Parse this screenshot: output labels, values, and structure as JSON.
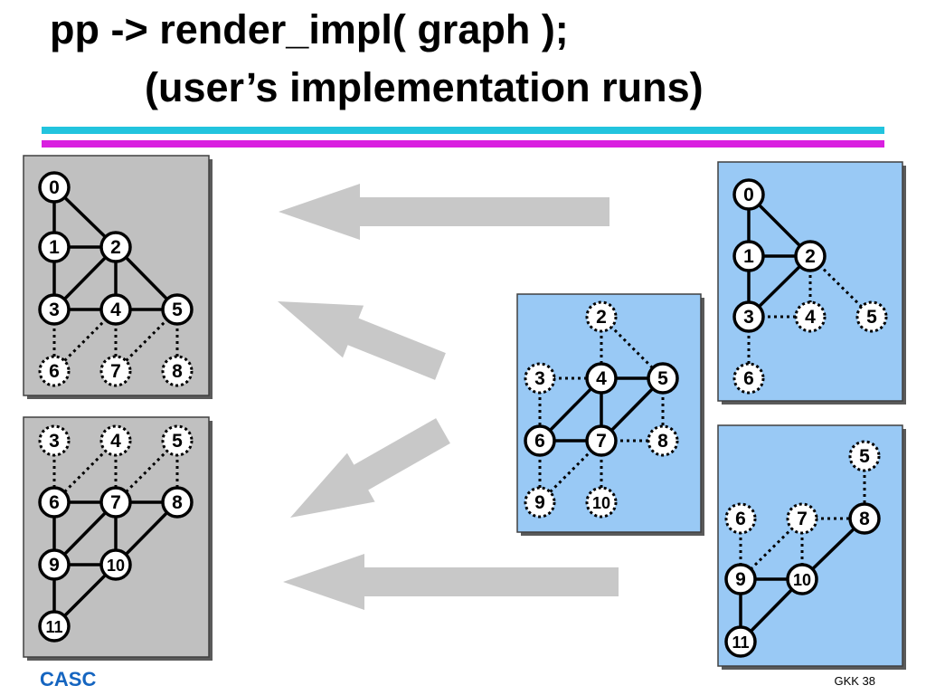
{
  "title": {
    "line1": "pp -> render_impl( graph );",
    "line2": "(user’s implementation runs)"
  },
  "footer": {
    "logo": "CASC",
    "page": "GKK 38"
  },
  "colors": {
    "gray_panel": "#c0c0c0",
    "blue_panel": "#99c9f5",
    "arrow": "#c8c8c8",
    "rule_cyan": "#22c4de",
    "rule_magenta": "#d91fe0",
    "logo": "#1565c0"
  },
  "panels": [
    {
      "id": "gray-top",
      "fill": "gray",
      "nodes": [
        {
          "label": "0",
          "dashed": false
        },
        {
          "label": "1",
          "dashed": false
        },
        {
          "label": "2",
          "dashed": false
        },
        {
          "label": "3",
          "dashed": false
        },
        {
          "label": "4",
          "dashed": false
        },
        {
          "label": "5",
          "dashed": false
        },
        {
          "label": "6",
          "dashed": true
        },
        {
          "label": "7",
          "dashed": true
        },
        {
          "label": "8",
          "dashed": true
        }
      ],
      "edges": [
        {
          "from": "0",
          "to": "1",
          "dashed": false
        },
        {
          "from": "0",
          "to": "2",
          "dashed": false
        },
        {
          "from": "1",
          "to": "2",
          "dashed": false
        },
        {
          "from": "1",
          "to": "3",
          "dashed": false
        },
        {
          "from": "2",
          "to": "3",
          "dashed": false
        },
        {
          "from": "2",
          "to": "4",
          "dashed": false
        },
        {
          "from": "2",
          "to": "5",
          "dashed": false
        },
        {
          "from": "3",
          "to": "4",
          "dashed": false
        },
        {
          "from": "4",
          "to": "5",
          "dashed": false
        },
        {
          "from": "3",
          "to": "6",
          "dashed": true
        },
        {
          "from": "4",
          "to": "6",
          "dashed": true
        },
        {
          "from": "4",
          "to": "7",
          "dashed": true
        },
        {
          "from": "5",
          "to": "7",
          "dashed": true
        },
        {
          "from": "5",
          "to": "8",
          "dashed": true
        }
      ]
    },
    {
      "id": "gray-bottom",
      "fill": "gray",
      "nodes": [
        {
          "label": "3",
          "dashed": true
        },
        {
          "label": "4",
          "dashed": true
        },
        {
          "label": "5",
          "dashed": true
        },
        {
          "label": "6",
          "dashed": false
        },
        {
          "label": "7",
          "dashed": false
        },
        {
          "label": "8",
          "dashed": false
        },
        {
          "label": "9",
          "dashed": false
        },
        {
          "label": "10",
          "dashed": false
        },
        {
          "label": "11",
          "dashed": false
        }
      ],
      "edges": [
        {
          "from": "3",
          "to": "6",
          "dashed": true
        },
        {
          "from": "4",
          "to": "6",
          "dashed": true
        },
        {
          "from": "4",
          "to": "7",
          "dashed": true
        },
        {
          "from": "5",
          "to": "7",
          "dashed": true
        },
        {
          "from": "5",
          "to": "8",
          "dashed": true
        },
        {
          "from": "6",
          "to": "7",
          "dashed": false
        },
        {
          "from": "7",
          "to": "8",
          "dashed": false
        },
        {
          "from": "6",
          "to": "9",
          "dashed": false
        },
        {
          "from": "7",
          "to": "9",
          "dashed": false
        },
        {
          "from": "7",
          "to": "10",
          "dashed": false
        },
        {
          "from": "8",
          "to": "10",
          "dashed": false
        },
        {
          "from": "9",
          "to": "10",
          "dashed": false
        },
        {
          "from": "9",
          "to": "11",
          "dashed": false
        },
        {
          "from": "10",
          "to": "11",
          "dashed": false
        }
      ]
    },
    {
      "id": "blue-middle",
      "fill": "blue",
      "nodes": [
        {
          "label": "2",
          "dashed": true
        },
        {
          "label": "3",
          "dashed": true
        },
        {
          "label": "4",
          "dashed": false
        },
        {
          "label": "5",
          "dashed": false
        },
        {
          "label": "6",
          "dashed": false
        },
        {
          "label": "7",
          "dashed": false
        },
        {
          "label": "8",
          "dashed": true
        },
        {
          "label": "9",
          "dashed": true
        },
        {
          "label": "10",
          "dashed": true
        }
      ],
      "edges": [
        {
          "from": "2",
          "to": "4",
          "dashed": true
        },
        {
          "from": "2",
          "to": "5",
          "dashed": true
        },
        {
          "from": "3",
          "to": "4",
          "dashed": true
        },
        {
          "from": "3",
          "to": "6",
          "dashed": true
        },
        {
          "from": "4",
          "to": "5",
          "dashed": false
        },
        {
          "from": "4",
          "to": "6",
          "dashed": false
        },
        {
          "from": "4",
          "to": "7",
          "dashed": false
        },
        {
          "from": "5",
          "to": "7",
          "dashed": false
        },
        {
          "from": "6",
          "to": "7",
          "dashed": false
        },
        {
          "from": "5",
          "to": "8",
          "dashed": true
        },
        {
          "from": "7",
          "to": "8",
          "dashed": true
        },
        {
          "from": "6",
          "to": "9",
          "dashed": true
        },
        {
          "from": "7",
          "to": "9",
          "dashed": true
        },
        {
          "from": "7",
          "to": "10",
          "dashed": true
        }
      ]
    },
    {
      "id": "blue-top",
      "fill": "blue",
      "nodes": [
        {
          "label": "0",
          "dashed": false
        },
        {
          "label": "1",
          "dashed": false
        },
        {
          "label": "2",
          "dashed": false
        },
        {
          "label": "3",
          "dashed": false
        },
        {
          "label": "4",
          "dashed": true
        },
        {
          "label": "5",
          "dashed": true
        },
        {
          "label": "6",
          "dashed": true
        }
      ],
      "edges": [
        {
          "from": "0",
          "to": "1",
          "dashed": false
        },
        {
          "from": "0",
          "to": "2",
          "dashed": false
        },
        {
          "from": "1",
          "to": "2",
          "dashed": false
        },
        {
          "from": "1",
          "to": "3",
          "dashed": false
        },
        {
          "from": "2",
          "to": "3",
          "dashed": false
        },
        {
          "from": "2",
          "to": "4",
          "dashed": true
        },
        {
          "from": "2",
          "to": "5",
          "dashed": true
        },
        {
          "from": "3",
          "to": "4",
          "dashed": true
        },
        {
          "from": "3",
          "to": "6",
          "dashed": true
        }
      ]
    },
    {
      "id": "blue-bottom",
      "fill": "blue",
      "nodes": [
        {
          "label": "5",
          "dashed": true
        },
        {
          "label": "6",
          "dashed": true
        },
        {
          "label": "7",
          "dashed": true
        },
        {
          "label": "8",
          "dashed": false
        },
        {
          "label": "9",
          "dashed": false
        },
        {
          "label": "10",
          "dashed": false
        },
        {
          "label": "11",
          "dashed": false
        }
      ],
      "edges": [
        {
          "from": "5",
          "to": "8",
          "dashed": true
        },
        {
          "from": "7",
          "to": "8",
          "dashed": true
        },
        {
          "from": "6",
          "to": "9",
          "dashed": true
        },
        {
          "from": "7",
          "to": "9",
          "dashed": true
        },
        {
          "from": "7",
          "to": "10",
          "dashed": true
        },
        {
          "from": "8",
          "to": "10",
          "dashed": false
        },
        {
          "from": "9",
          "to": "10",
          "dashed": false
        },
        {
          "from": "9",
          "to": "11",
          "dashed": false
        },
        {
          "from": "10",
          "to": "11",
          "dashed": false
        }
      ]
    }
  ]
}
